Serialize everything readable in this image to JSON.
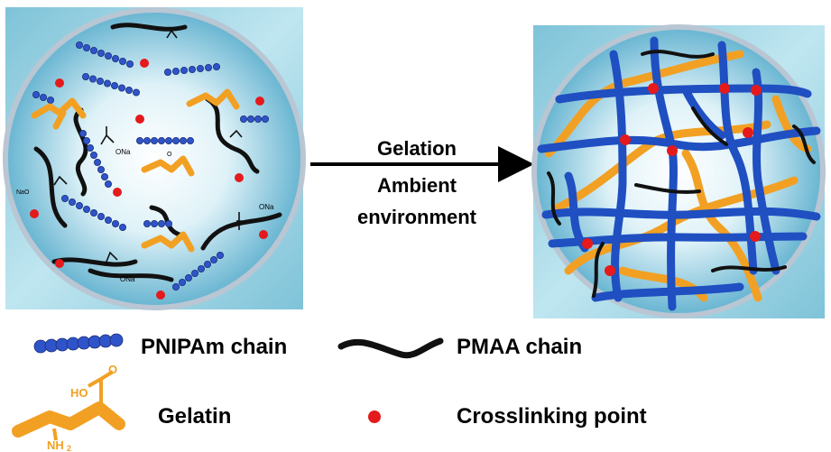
{
  "process": {
    "step1": "Gelation",
    "step2_line1": "Ambient",
    "step2_line2": "environment"
  },
  "legend": {
    "pnipam": "PNIPAm chain",
    "pmaa": "PMAA chain",
    "gelatin": "Gelatin",
    "crosslink": "Crosslinking point"
  },
  "chem_labels": {
    "ona": "ONa",
    "nao": "NaO",
    "o": "O",
    "ho": "HO",
    "nh2_main": "NH",
    "nh2_sub": "2"
  },
  "colors": {
    "pnipam": "#2f54c9",
    "pmaa": "#111111",
    "gelatin": "#f2a023",
    "crosslink": "#e41a1c",
    "network_blue": "#1f4fc1",
    "sphere_rim": "#b9c6d3",
    "bg_square": "#9fd3e3"
  }
}
